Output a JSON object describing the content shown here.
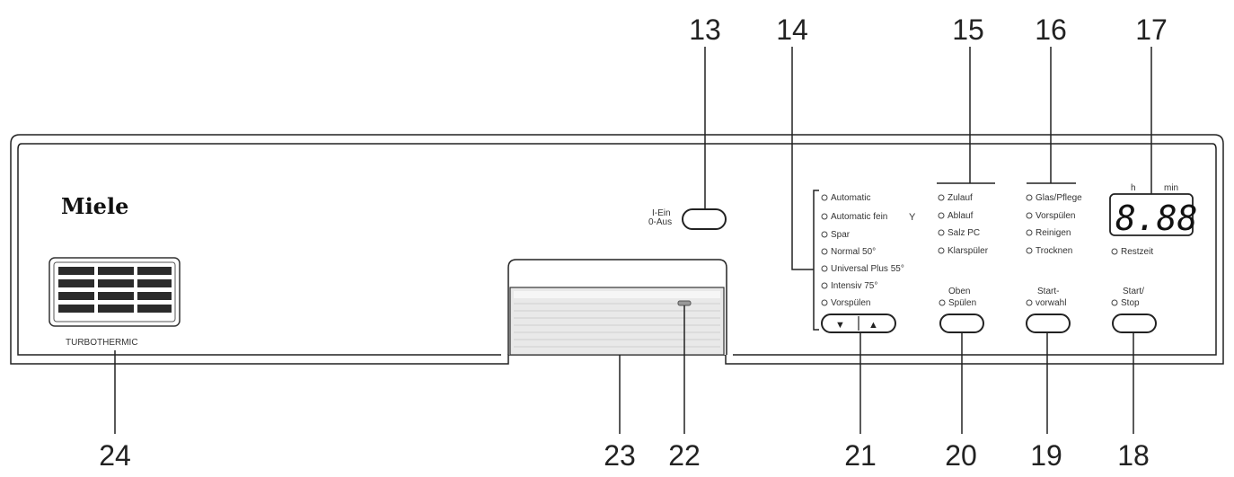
{
  "callouts": {
    "c13": "13",
    "c14": "14",
    "c15": "15",
    "c16": "16",
    "c17": "17",
    "c18": "18",
    "c19": "19",
    "c20": "20",
    "c21": "21",
    "c22": "22",
    "c23": "23",
    "c24": "24"
  },
  "brand": "Miele",
  "power_label": {
    "on": "I-Ein",
    "off": "0-Aus"
  },
  "grille_label": "TURBOTHERMIC",
  "programs": [
    "Automatic",
    "Automatic fein",
    "Spar",
    "Normal 50°",
    "Universal Plus 55°",
    "Intensiv 75°",
    "Vorspülen"
  ],
  "indicators_15": [
    "Zulauf",
    "Ablauf",
    "Salz   PC",
    "Klarspüler"
  ],
  "indicators_16": [
    "Glas/Pflege",
    "Vorspülen",
    "Reinigen",
    "Trocknen"
  ],
  "display": {
    "h_label": "h",
    "min_label": "min",
    "digits": "8.88",
    "restzeit": "Restzeit"
  },
  "buttons": {
    "oben_line1": "Oben",
    "oben_line2": "Spülen",
    "start_line1": "Start-",
    "start_line2": "vorwahl",
    "stop_line1": "Start/",
    "stop_line2": "Stop"
  },
  "arrows": {
    "down": "▼",
    "up": "▲"
  }
}
